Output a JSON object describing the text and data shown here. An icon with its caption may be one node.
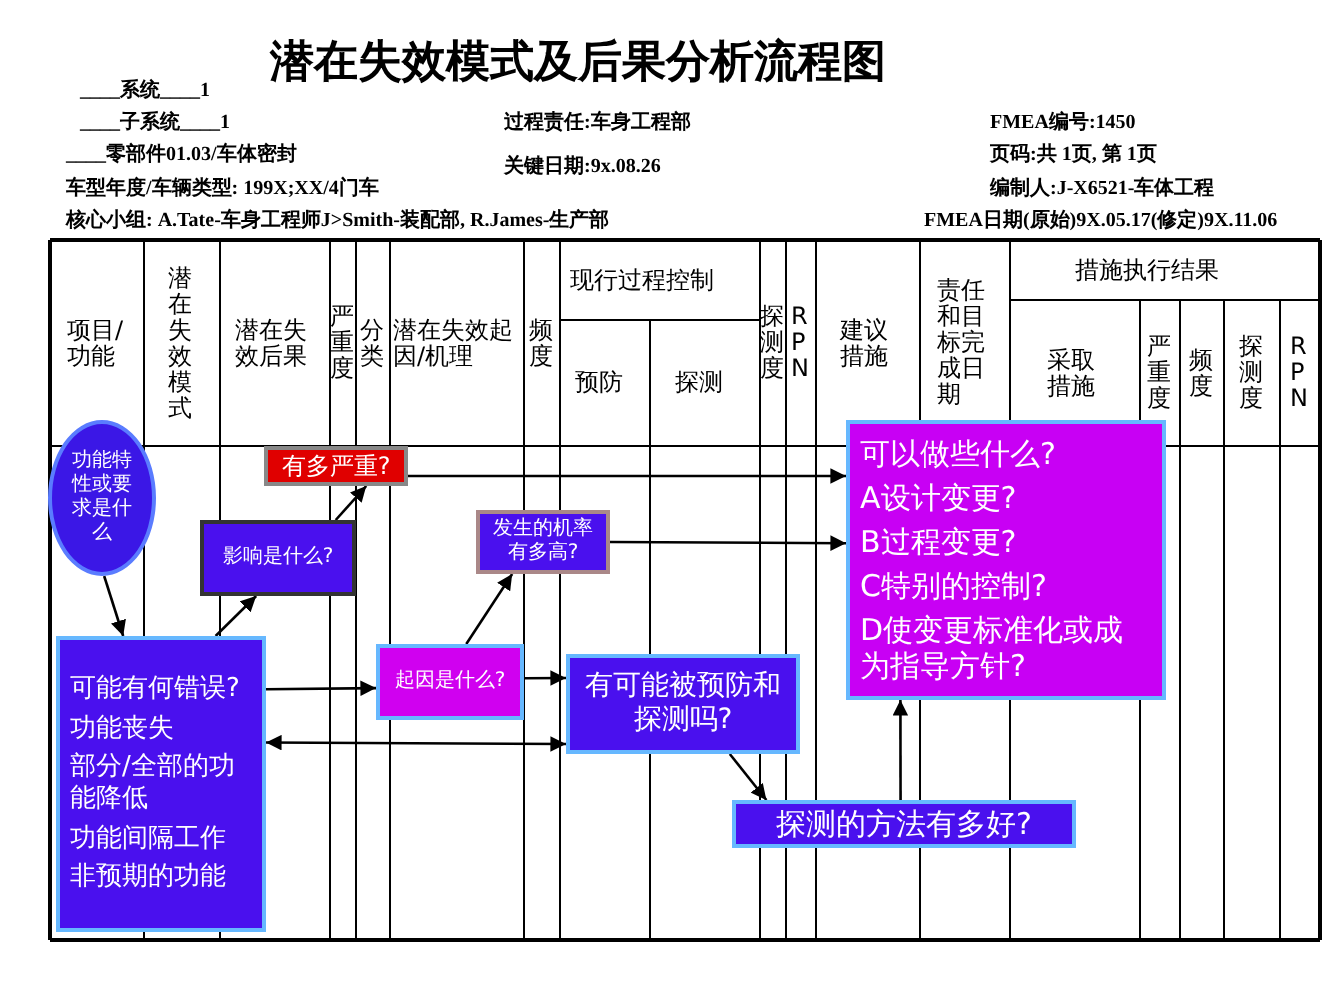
{
  "diagram": {
    "title": "潜在失效模式及后果分析流程图",
    "nodes": [
      {
        "text": [
          "功能特性或要求是什么"
        ]
      },
      {
        "text": [
          "可能有何错误?",
          "功能丧失",
          "部分/全部的功能降低",
          "功能间隔工作",
          "非预期的功能"
        ]
      },
      {
        "text": [
          "影响是什么?"
        ]
      },
      {
        "text": [
          "有多严重?"
        ]
      },
      {
        "text": [
          "发生的机率有多高?"
        ]
      },
      {
        "text": [
          "起因是什么?"
        ]
      },
      {
        "text": [
          "有可能被预防和探测吗?"
        ]
      },
      {
        "text": [
          "探测的方法有多好?"
        ]
      },
      {
        "text": [
          "可以做些什么?",
          "A设计变更?",
          "B过程变更?",
          "C特别的控制?",
          "D使变更标准化或成为指导方针?"
        ]
      }
    ],
    "edges": [
      {
        "from": 0,
        "to": 1,
        "arrow": "to"
      },
      {
        "from": 1,
        "to": 2,
        "arrow": "to"
      },
      {
        "from": 2,
        "to": 3,
        "arrow": "to"
      },
      {
        "from": 3,
        "to": 8,
        "arrow": "to"
      },
      {
        "from": 4,
        "to": 8,
        "arrow": "to"
      },
      {
        "from": 1,
        "to": 5,
        "arrow": "to"
      },
      {
        "from": 5,
        "to": 4,
        "arrow": "to"
      },
      {
        "from": 5,
        "to": 6,
        "arrow": "to"
      },
      {
        "from": 1,
        "to": 6,
        "arrow": "both"
      },
      {
        "from": 6,
        "to": 7,
        "arrow": "to"
      },
      {
        "from": 7,
        "to": 8,
        "arrow": "to"
      }
    ],
    "labels": [
      "____系统____1",
      "____子系统____1",
      "过程责任:车身工程部",
      "FMEA编号:1450",
      "____零部件01.03/车体密封",
      "关键日期:9x.08.26",
      "页码:共 1页, 第 1页",
      "车型年度/车辆类型: 199X;XX/4门车",
      "编制人:J-X6521-车体工程",
      "核心小组: A.Tate-车身工程师J>Smith-装配部, R.James-生产部",
      "FMEA日期(原始)9X.05.17(修定)9X.11.06",
      "项目/功能",
      "潜在失效模式",
      "潜在失效后果",
      "严重度",
      "分类",
      "潜在失效起因/机理",
      "频度",
      "现行过程控制",
      "预防",
      "探测",
      "探测度",
      "RPN",
      "建议措施",
      "责任和目标完成日期",
      "措施执行结果",
      "采取措施",
      "严重度",
      "频度",
      "探测度",
      "RPN"
    ]
  }
}
